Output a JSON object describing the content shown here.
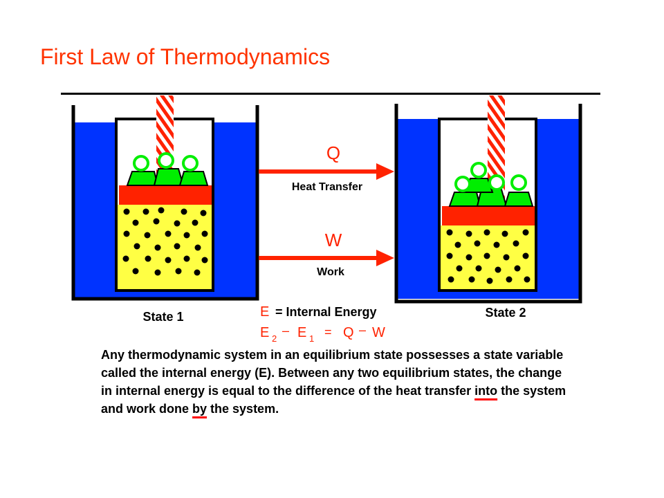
{
  "title": "First Law of Thermodynamics",
  "diagram": {
    "state1_label": "State 1",
    "state2_label": "State 2",
    "heat_symbol": "Q",
    "heat_label": "Heat Transfer",
    "work_symbol": "W",
    "work_label": "Work",
    "energy_definition": {
      "symbol": "E",
      "text": "= Internal Energy"
    },
    "equation": {
      "e2": "E",
      "e2_sub": "2",
      "minus1": "–",
      "e1": "E",
      "e1_sub": "1",
      "equals": "=",
      "q": "Q",
      "minus2": "–",
      "w": "W"
    },
    "colors": {
      "title": "#ff3300",
      "water": "#0033ff",
      "gas": "#ffff44",
      "piston": "#ff2200",
      "weight": "#00ee00",
      "arrow": "#ff2200"
    }
  },
  "description": {
    "part1": "Any thermodynamic system in an equilibrium state possesses a state variable called the internal energy (E).  Between any two equilibrium states, the change in internal energy is equal to the difference of the heat transfer ",
    "underline1": "into",
    "part2": " the system and work done ",
    "underline2": "by",
    "part3": " the system."
  }
}
